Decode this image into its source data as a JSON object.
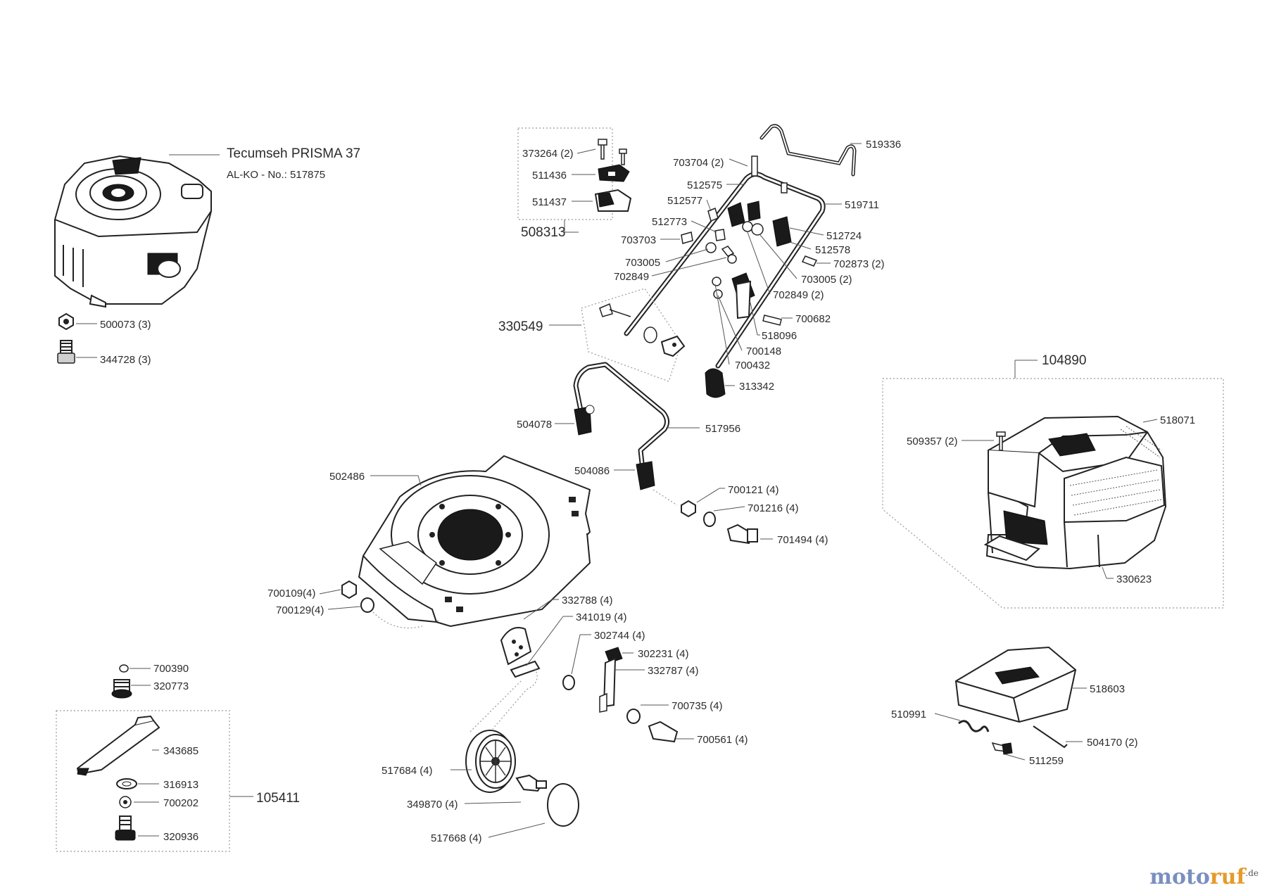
{
  "engine": {
    "title": "Tecumseh PRISMA  37",
    "subtitle": "AL-KO - No.: 517875"
  },
  "groups": {
    "g508313": "508313",
    "g330549": "330549",
    "g104890": "104890",
    "g105411": "105411"
  },
  "parts": {
    "p500073": "500073 (3)",
    "p344728": "344728 (3)",
    "p373264": "373264 (2)",
    "p511436": "511436",
    "p511437": "511437",
    "p703704": "703704 (2)",
    "p512575": "512575",
    "p512577": "512577",
    "p512773": "512773",
    "p703703": "703703",
    "p703005": "703005",
    "p702849": "702849",
    "p519336": "519336",
    "p519711": "519711",
    "p512724": "512724",
    "p512578": "512578",
    "p702873": "702873 (2)",
    "p703005b": "703005 (2)",
    "p702849b": "702849 (2)",
    "p700682": "700682",
    "p518096": "518096",
    "p700148": "700148",
    "p700432": "700432",
    "p313342": "313342",
    "p504078": "504078",
    "p517956": "517956",
    "p504086": "504086",
    "p700121": "700121 (4)",
    "p701216": "701216 (4)",
    "p701494": "701494 (4)",
    "p502486": "502486",
    "p700109": "700109(4)",
    "p700129": "700129(4)",
    "p332788": "332788 (4)",
    "p341019": "341019 (4)",
    "p302744": "302744 (4)",
    "p302231": "302231 (4)",
    "p332787": "332787 (4)",
    "p700735": "700735 (4)",
    "p700561": "700561 (4)",
    "p517684": "517684 (4)",
    "p349870": "349870 (4)",
    "p517668": "517668 (4)",
    "p700390": "700390",
    "p320773": "320773",
    "p343685": "343685",
    "p316913": "316913",
    "p700202": "700202",
    "p320936": "320936",
    "p509357": "509357 (2)",
    "p518071": "518071",
    "p330623": "330623",
    "p518603": "518603",
    "p510991": "510991",
    "p504170": "504170 (2)",
    "p511259": "511259"
  },
  "brand": {
    "part1": "moto",
    "part2": "ruf",
    "part3": ".de"
  }
}
